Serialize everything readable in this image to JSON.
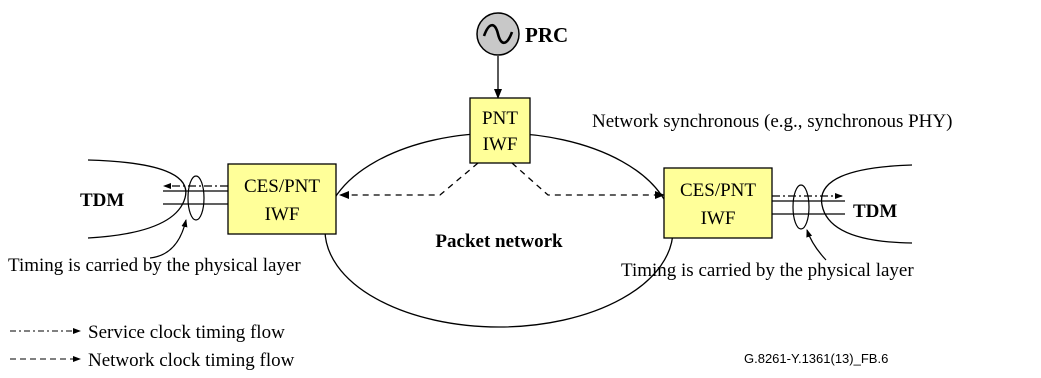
{
  "diagram": {
    "prc_label": "PRC",
    "pnt_iwf": {
      "line1": "PNT",
      "line2": "IWF"
    },
    "left_iwf": {
      "line1": "CES/PNT",
      "line2": "IWF"
    },
    "right_iwf": {
      "line1": "CES/PNT",
      "line2": "IWF"
    },
    "network_label": "Network synchronous (e.g., synchronous PHY)",
    "tdm_left": "TDM",
    "tdm_right": "TDM",
    "packet_network": "Packet network",
    "timing_note_left": "Timing is carried by the physical layer",
    "timing_note_right": "Timing is carried by the physical layer",
    "figure_id": "G.8261-Y.1361(13)_FB.6"
  },
  "legend": {
    "service_flow": "Service clock timing flow",
    "network_flow": "Network clock timing flow"
  }
}
